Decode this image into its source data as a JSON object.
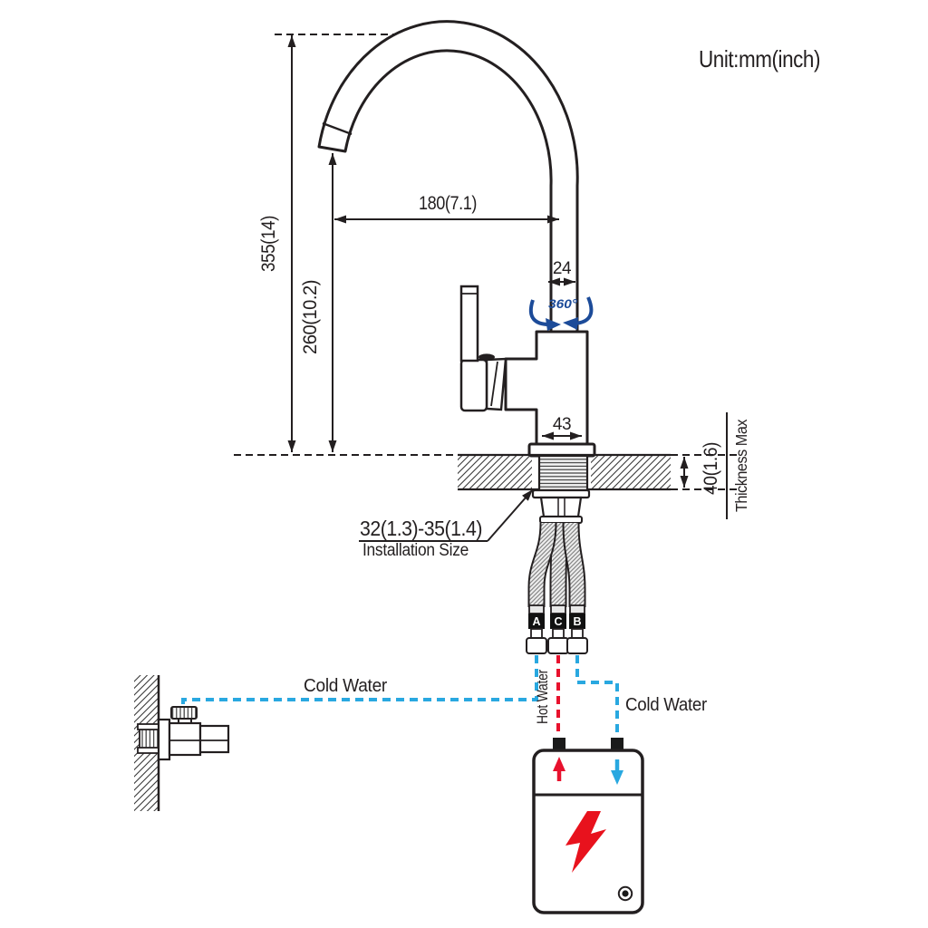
{
  "header": {
    "unit_label": "Unit:mm(inch)"
  },
  "dimensions": {
    "total_height": "355(14)",
    "outlet_height": "260(10.2)",
    "spout_reach": "180(7.1)",
    "pipe_diameter": "24",
    "base_width": "43",
    "deck_thickness": "40(1.6)",
    "deck_thickness_note": "Thickness Max",
    "installation_size_value": "32(1.3)-35(1.4)",
    "installation_size_label": "Installation Size",
    "rotation_label": "360°"
  },
  "hoses": {
    "left_tag": "A",
    "middle_tag": "C",
    "right_tag": "B"
  },
  "plumbing": {
    "cold_water_left_label": "Cold Water",
    "cold_water_right_label": "Cold Water",
    "hot_water_label": "Hot Water"
  },
  "colors": {
    "line": "#231f20",
    "cold": "#29a8e0",
    "hot": "#e8112d",
    "rotation": "#1c4b99",
    "lightning": "#e8121d"
  }
}
